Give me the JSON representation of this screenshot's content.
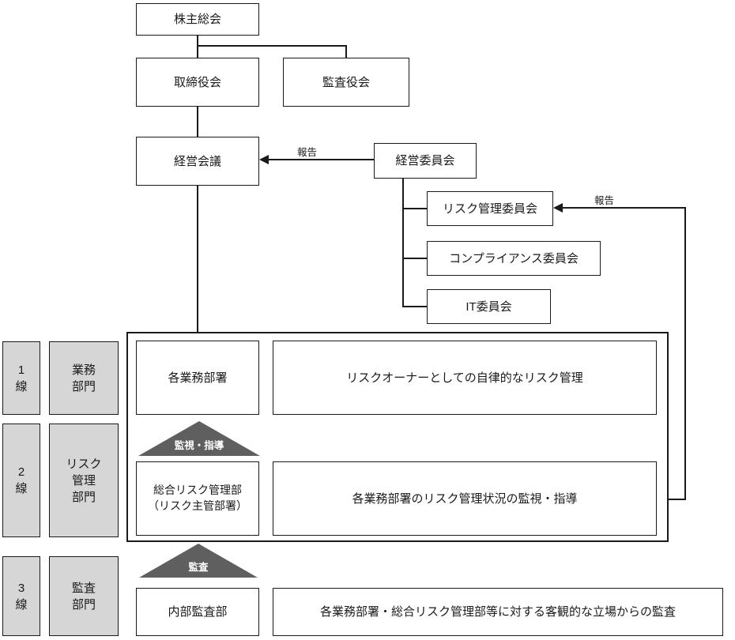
{
  "colors": {
    "border": "#1a1a1a",
    "gray_fill": "#d6d6d6",
    "triangle_fill": "#5f5f5f",
    "background": "#ffffff"
  },
  "nodes": {
    "shareholders_meeting": "株主総会",
    "board_of_directors": "取締役会",
    "audit_board": "監査役会",
    "management_council": "経営会議",
    "management_committee": "経営委員会",
    "risk_management_committee": "リスク管理委員会",
    "compliance_committee": "コンプライアンス委員会",
    "it_committee": "IT委員会"
  },
  "annotations": {
    "report_to_council": "報告",
    "report_to_risk_committee": "報告"
  },
  "lines_of_defense": {
    "first": {
      "line_label": "1\n線",
      "division": "業務\n部門",
      "unit": "各業務部署",
      "description": "リスクオーナーとしての自律的なリスク管理"
    },
    "second": {
      "line_label": "2\n線",
      "division": "リスク\n管理\n部門",
      "unit": "総合リスク管理部\n（リスク主管部署）",
      "description": "各業務部署のリスク管理状況の監視・指導",
      "triangle_label": "監視・指導"
    },
    "third": {
      "line_label": "3\n線",
      "division": "監査\n部門",
      "unit": "内部監査部",
      "description": "各業務部署・総合リスク管理部等に対する客観的な立場からの監査",
      "triangle_label": "監査"
    }
  }
}
